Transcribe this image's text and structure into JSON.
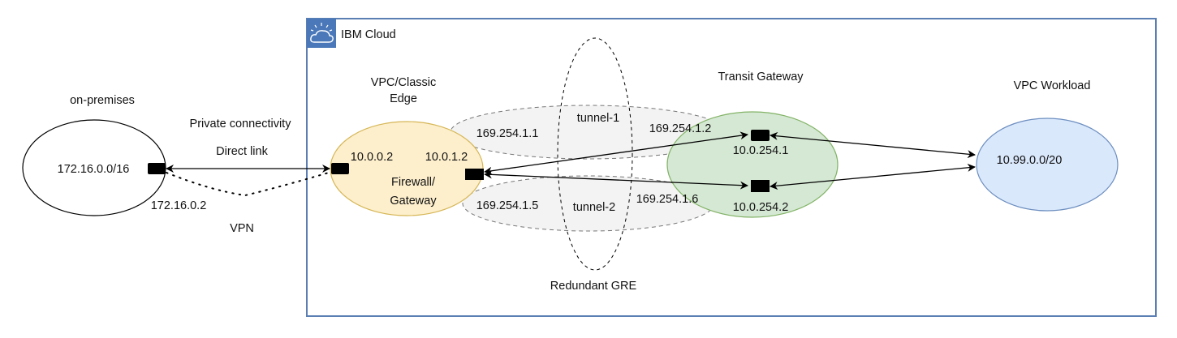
{
  "diagram": {
    "cloud_container": {
      "title": "IBM Cloud",
      "icon": "ibm-cloud-icon",
      "border_color": "#5b7fb3",
      "icon_bg_color": "#4a78b8"
    },
    "on_premises": {
      "label": "on-premises",
      "cidr": "172.16.0.0/16",
      "endpoint_ip": "172.16.0.2"
    },
    "connectivity": {
      "heading": "Private connectivity",
      "direct_link_label": "Direct link",
      "vpn_label": "VPN"
    },
    "edge": {
      "title_line1": "VPC/Classic",
      "title_line2": "Edge",
      "left_ip": "10.0.0.2",
      "right_ip": "10.0.1.2",
      "role_line1": "Firewall/",
      "role_line2": "Gateway",
      "fill_color": "#fdefcc",
      "stroke_color": "#d6b656"
    },
    "gre": {
      "label": "Redundant GRE",
      "tunnels": [
        {
          "name": "tunnel-1",
          "local_ip": "169.254.1.1",
          "remote_ip": "169.254.1.2"
        },
        {
          "name": "tunnel-2",
          "local_ip": "169.254.1.5",
          "remote_ip": "169.254.1.6"
        }
      ],
      "tunnel_fill_color": "#f3f3f3"
    },
    "transit_gateway": {
      "title": "Transit Gateway",
      "ip_1": "10.0.254.1",
      "ip_2": "10.0.254.2",
      "fill_color": "#d5e8d4",
      "stroke_color": "#82b366"
    },
    "vpc_workload": {
      "title": "VPC Workload",
      "cidr": "10.99.0.0/20",
      "fill_color": "#dae8fc",
      "stroke_color": "#6c8ebf"
    }
  }
}
